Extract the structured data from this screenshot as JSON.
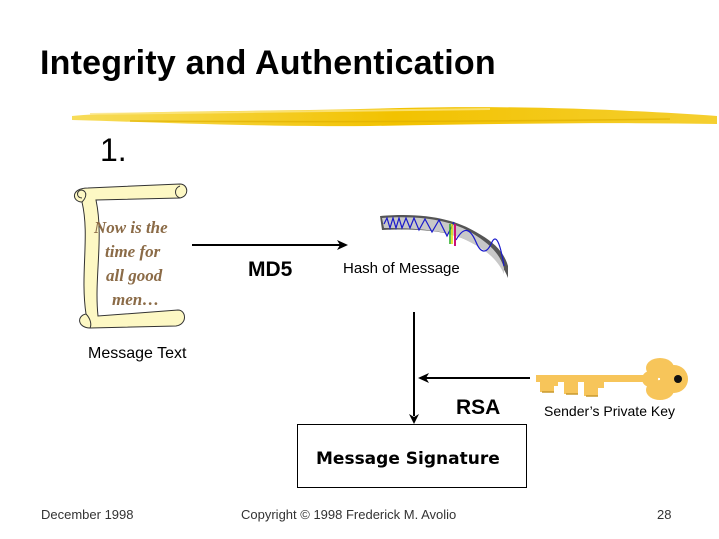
{
  "slide": {
    "title": "Integrity and Authentication",
    "step_number": "1.",
    "accent_color": "#f2c200"
  },
  "diagram": {
    "message_scroll": {
      "lines": [
        "Now is the",
        "time for",
        "all good",
        "men…"
      ],
      "label": "Message Text"
    },
    "hash_algorithm": "MD5",
    "hash_label": "Hash of Message",
    "signature_algorithm": "RSA",
    "key_label": "Sender’s Private Key",
    "signature_box_label": "Message Signature",
    "colors": {
      "scroll_fill": "#fdf8c4",
      "scroll_text": "#8b6b47",
      "key_fill": "#f7c55a",
      "wave_line": "#1a1acc",
      "hash_band": "#c8c8c8"
    }
  },
  "footer": {
    "date": "December 1998",
    "copyright": "Copyright  © 1998 Frederick M. Avolio",
    "page_number": "28"
  }
}
